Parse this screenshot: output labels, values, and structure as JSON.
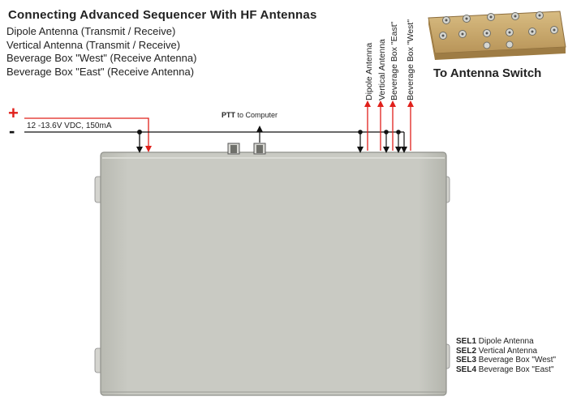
{
  "title": "Connecting Advanced Sequencer With HF Antennas",
  "description_lines": [
    "Dipole Antenna (Transmit / Receive)",
    "Vertical Antenna (Transmit / Receive)",
    "Beverage Box \"West\" (Receive Antenna)",
    "Beverage Box \"East\" (Receive Antenna)"
  ],
  "power": {
    "plus_symbol": "+",
    "minus_symbol": "-",
    "supply_label": "12 -13.6V VDC, 150mA"
  },
  "ptt": {
    "bold": "PTT",
    "rest": " to Computer"
  },
  "antenna_labels": [
    "Dipole Antenna",
    "Vertical Antenna",
    "Beverage Box \"East\"",
    "Beverage Box \"West\""
  ],
  "switch_caption": "To Antenna Switch",
  "sel_list": [
    {
      "key": "SEL1",
      "text": " Dipole Antenna"
    },
    {
      "key": "SEL2",
      "text": " Vertical Antenna"
    },
    {
      "key": "SEL3",
      "text": " Beverage Box \"West\""
    },
    {
      "key": "SEL4",
      "text": " Beverage Box \"East\""
    }
  ],
  "colors": {
    "positive_wire": "#e0201b",
    "negative_wire": "#111111",
    "enclosure": "#c6c7c0",
    "switch_box": "#c9a870"
  }
}
